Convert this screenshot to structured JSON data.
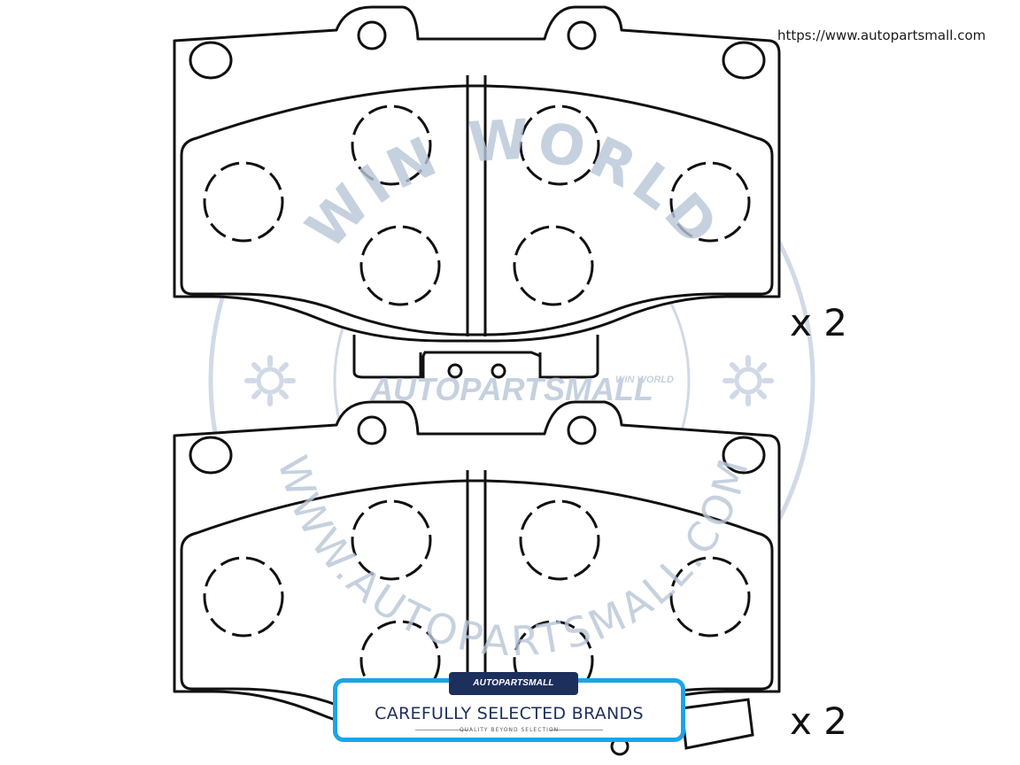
{
  "header": {
    "url": "https://www.autopartsmall.com"
  },
  "watermark": {
    "ring_text_top": "WIN WORLD",
    "ring_text_bottom": "WWW.AUTOPARTSMALL.COM",
    "brand_small": "WIN WORLD",
    "brand_main": "AUTOPARTSMALL",
    "color": "#b9c6d8"
  },
  "pads": [
    {
      "quantity_label": "x 2"
    },
    {
      "quantity_label": "x 2"
    }
  ],
  "badge": {
    "logo_text": "AUTOPARTSMALL",
    "title": "CAREFULLY SELECTED BRANDS",
    "subtitle": "QUALITY BEYOND SELECTION",
    "border_color": "#1aa5e8",
    "navy_color": "#1d2f5c"
  }
}
